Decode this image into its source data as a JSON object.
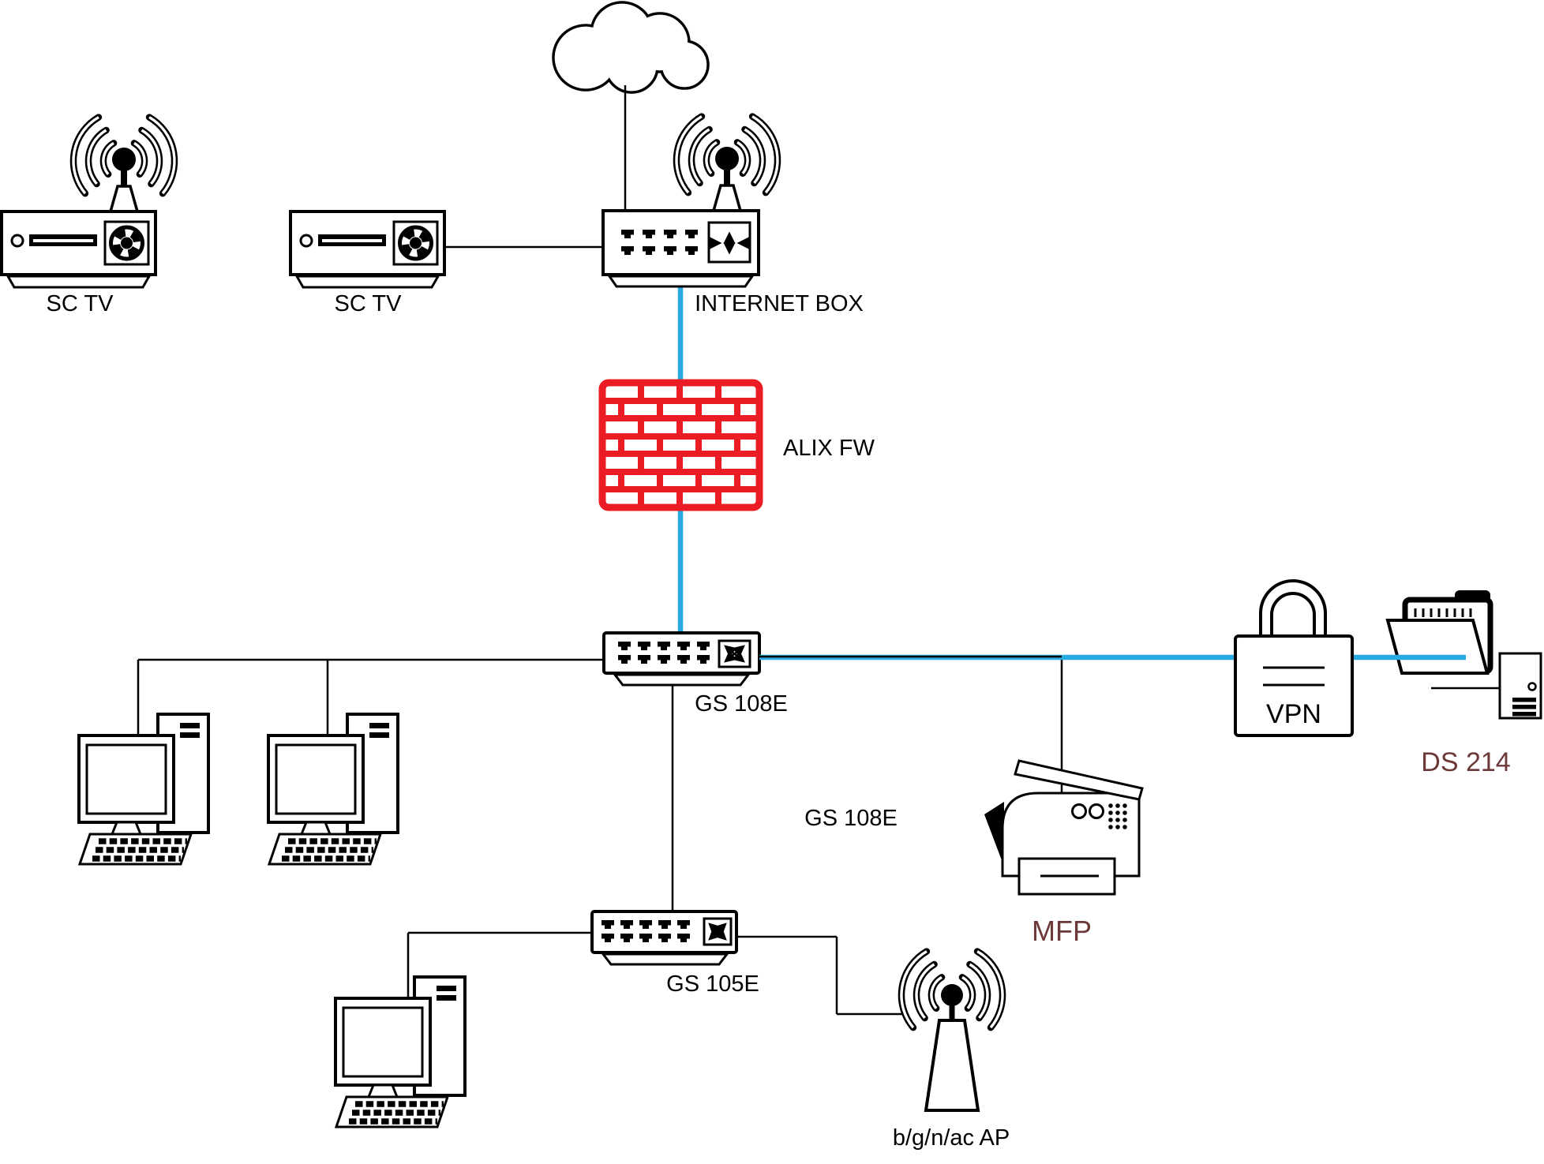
{
  "diagram": {
    "colors": {
      "link": "#29ABE2",
      "firewall": "#EC1C24",
      "accent_label": "#6C3838",
      "ink": "#000000"
    },
    "labels": {
      "sctv1": "SC TV",
      "sctv2": "SC TV",
      "internet_box": "INTERNET BOX",
      "firewall": "ALIX FW",
      "switch_main": "GS 108E",
      "switch_main_secondary": "GS 108E",
      "switch_lower": "GS 105E",
      "vpn": "VPN",
      "nas": "DS 214",
      "printer": "MFP",
      "access_point": "b/g/n/ac AP"
    }
  }
}
